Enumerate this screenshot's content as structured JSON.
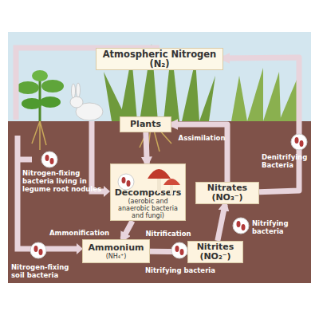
{
  "diagram": {
    "nodes": [
      {
        "text": [
          "Atmospheric Nitrogen (N₂)"
        ]
      },
      {
        "text": [
          "Plants"
        ]
      },
      {
        "text": [
          "Decomposers",
          "(aerobic and anaerobic bacteria and fungi)"
        ]
      },
      {
        "text": [
          "Ammonium",
          "(NH₄⁺)"
        ]
      },
      {
        "text": [
          "Nitrites (NO₂⁻)"
        ]
      },
      {
        "text": [
          "Nitrates (NO₃⁻)"
        ]
      }
    ],
    "edges": [
      {
        "from": 1,
        "to": 2,
        "arrow": "to"
      },
      {
        "from": 2,
        "to": 3,
        "arrow": "to"
      },
      {
        "from": 3,
        "to": 4,
        "label": "Nitrification",
        "arrow": "to"
      },
      {
        "from": 4,
        "to": 5,
        "arrow": "to"
      },
      {
        "from": 5,
        "to": 1,
        "label": "Assimilation",
        "arrow": "to"
      },
      {
        "from": 5,
        "to": 0,
        "arrow": "to"
      }
    ],
    "labels": [
      "Nitrogen-fixing bacteria living in legume root nodules",
      "Denitrifying Bacteria",
      "Ammonification",
      "Nitrifying bacteria",
      "Nitrogen-fixing soil bacteria",
      "Nitrifying bacteria"
    ]
  }
}
